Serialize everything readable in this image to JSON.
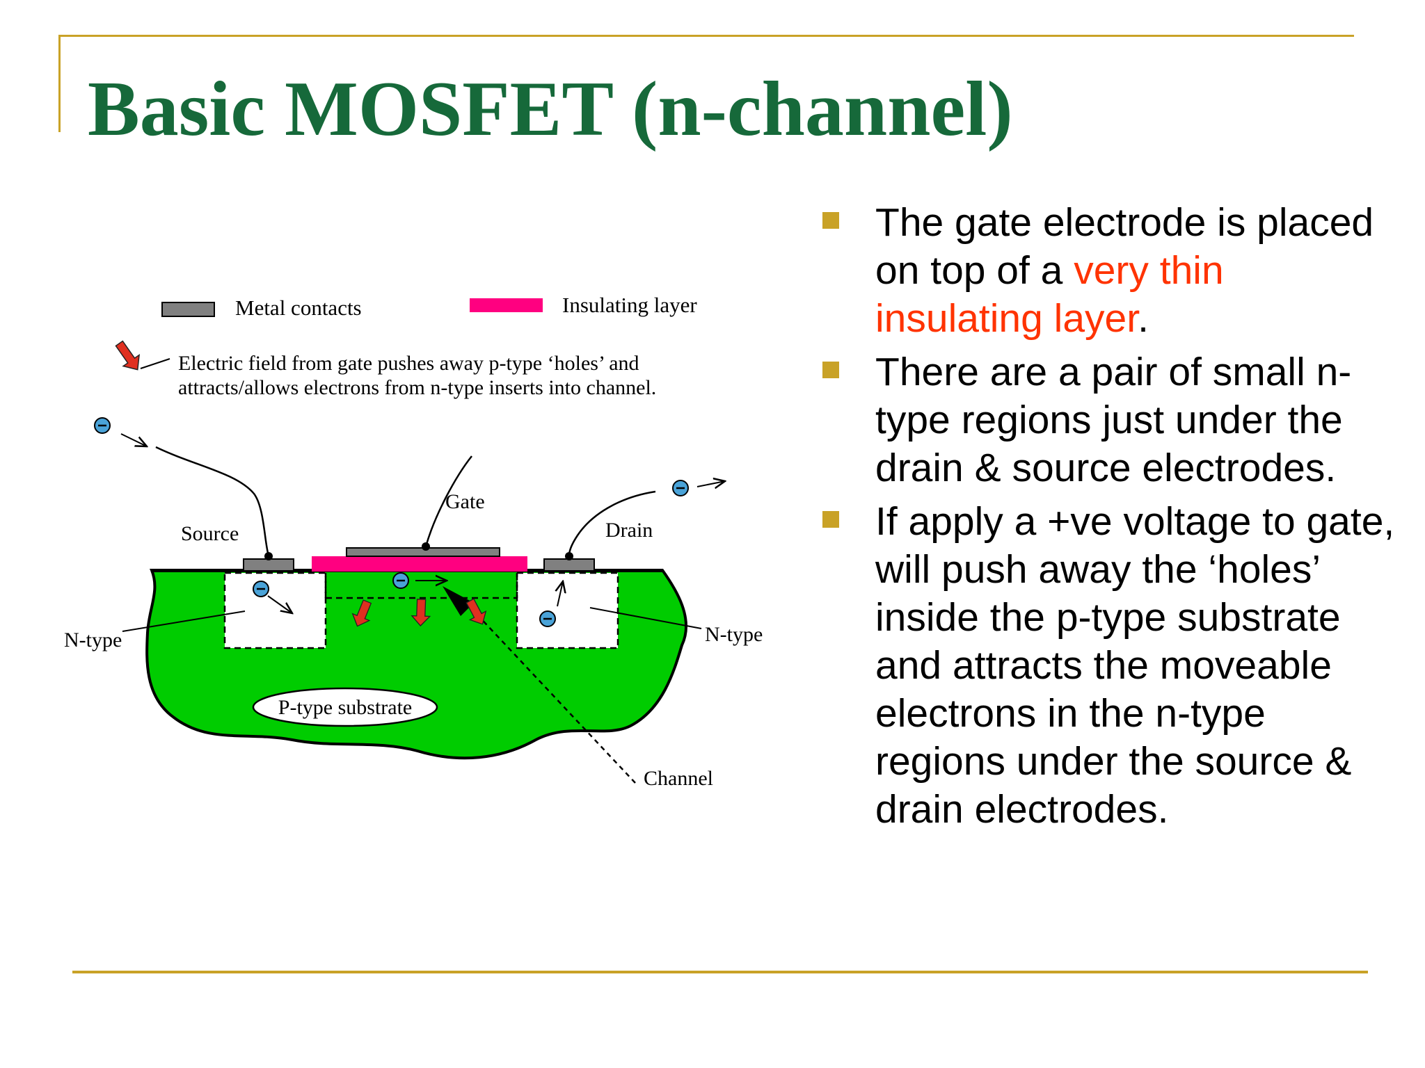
{
  "slide": {
    "title": "Basic MOSFET (n-channel)"
  },
  "colors": {
    "title": "#16693a",
    "accent_rule": "#c9a227",
    "highlight": "#ff3300",
    "substrate": "#00cc00",
    "insulator": "#ff0080",
    "metal": "#808080",
    "electron": "#4aa3d8",
    "field_arrow": "#e03020"
  },
  "diagram": {
    "legend_metal": "Metal contacts",
    "legend_insulator": "Insulating layer",
    "field_note_line1": "Electric field from gate pushes away p-type ‘holes’ and",
    "field_note_line2": "attracts/allows electrons from n-type inserts into channel.",
    "label_source": "Source",
    "label_gate": "Gate",
    "label_drain": "Drain",
    "label_ntype_left": "N-type",
    "label_ntype_right": "N-type",
    "label_substrate": "P-type substrate",
    "label_channel": "Channel",
    "icons": [
      "electron-icon",
      "field-arrow-icon"
    ]
  },
  "bullets": [
    {
      "text": "The gate electrode is placed on top of a ",
      "highlight": "very thin insulating layer",
      "after": "."
    },
    {
      "text": "There are a pair of small n-type regions just under the drain & source electrodes.",
      "highlight": "",
      "after": ""
    },
    {
      "text": "If apply a +ve voltage to gate, will push away the ‘holes’ inside the p-type substrate and attracts the moveable electrons in the n-type regions under the source & drain electrodes.",
      "highlight": "",
      "after": ""
    }
  ]
}
